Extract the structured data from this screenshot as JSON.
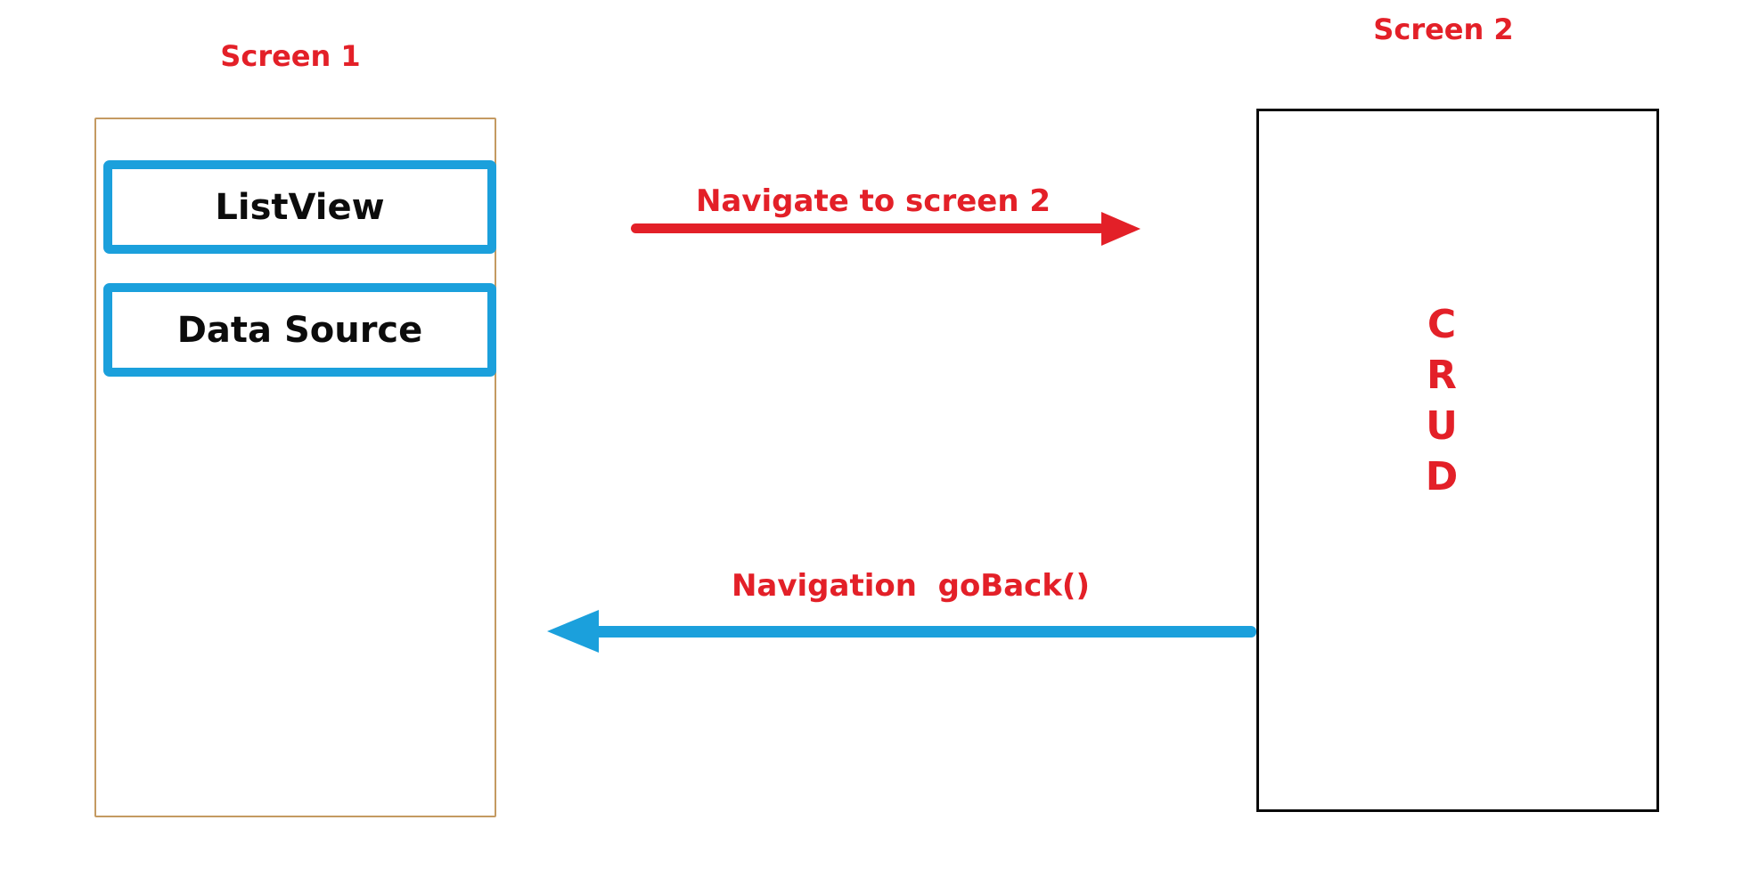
{
  "screen1": {
    "title": "Screen 1",
    "components": [
      {
        "label": "ListView"
      },
      {
        "label": "Data Source"
      }
    ],
    "border_color": "#c49a62"
  },
  "screen2": {
    "title": "Screen 2",
    "crud_text": "C\nR\nU\nD",
    "border_color": "#000000"
  },
  "arrows": {
    "navigate_to_screen2": {
      "label": "Navigate to screen 2",
      "direction": "left-to-right",
      "color": "#e32028"
    },
    "go_back": {
      "label": "Navigation  goBack()",
      "direction": "right-to-left",
      "color": "#1ba0dc"
    }
  },
  "colors": {
    "accent_red": "#e32028",
    "accent_blue": "#1ba0dc",
    "screen1_border_tan": "#c49a62",
    "text_black": "#0c0c0c",
    "background": "#ffffff"
  }
}
